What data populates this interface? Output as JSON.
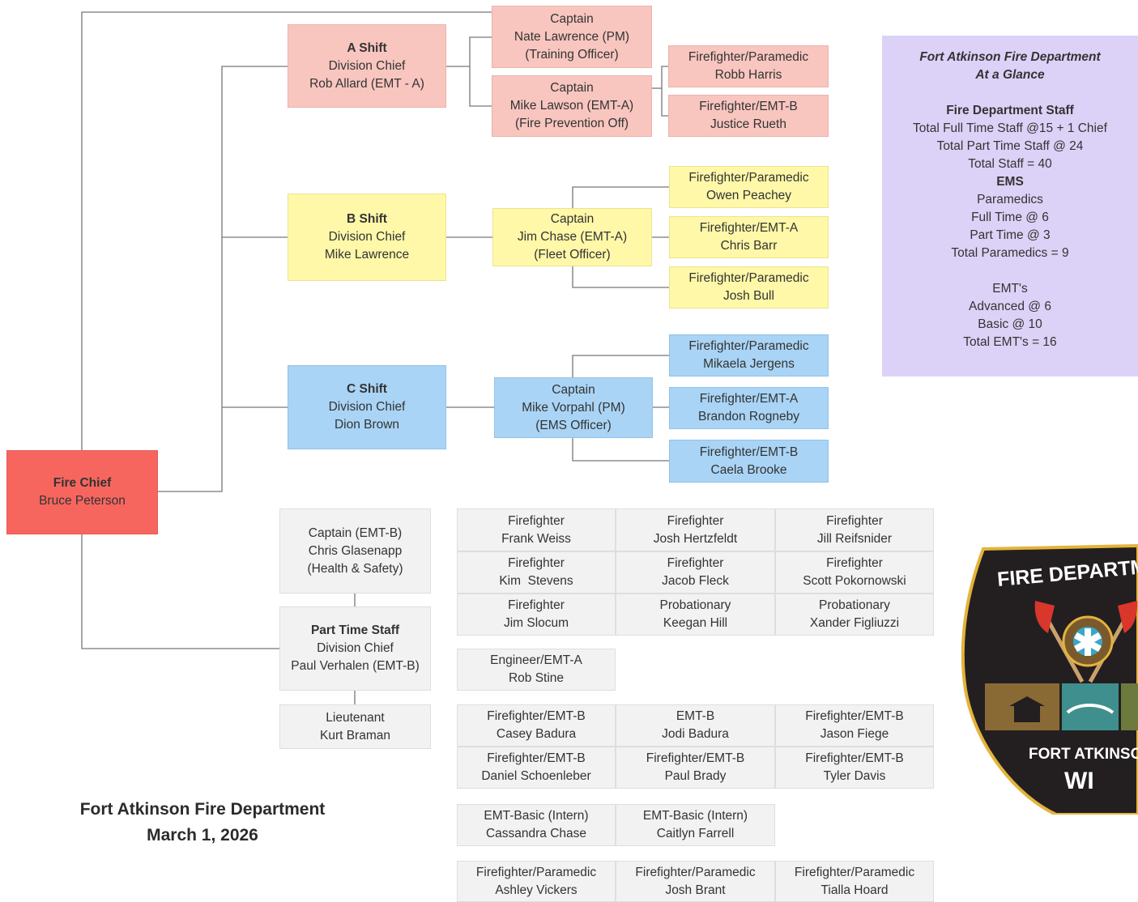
{
  "fire_chief": {
    "title": "Fire Chief",
    "name": "Bruce Peterson"
  },
  "a_shift": {
    "chief": {
      "title": "A Shift",
      "role": "Division Chief",
      "name": "Rob Allard (EMT - A)"
    },
    "captain1": {
      "title": "Captain",
      "name": "Nate Lawrence (PM)",
      "role": "(Training Officer)"
    },
    "captain2": {
      "title": "Captain",
      "name": "Mike Lawson (EMT-A)",
      "role": "(Fire Prevention Off)"
    },
    "members": [
      {
        "role": "Firefighter/Paramedic",
        "name": "Robb Harris"
      },
      {
        "role": "Firefighter/EMT-B",
        "name": "Justice Rueth"
      }
    ]
  },
  "b_shift": {
    "chief": {
      "title": "B Shift",
      "role": "Division Chief",
      "name": "Mike Lawrence"
    },
    "captain": {
      "title": "Captain",
      "name": "Jim Chase (EMT-A)",
      "role": "(Fleet Officer)"
    },
    "members": [
      {
        "role": "Firefighter/Paramedic",
        "name": "Owen Peachey"
      },
      {
        "role": "Firefighter/EMT-A",
        "name": "Chris Barr"
      },
      {
        "role": "Firefighter/Paramedic",
        "name": "Josh Bull"
      }
    ]
  },
  "c_shift": {
    "chief": {
      "title": "C Shift",
      "role": "Division Chief",
      "name": "Dion Brown"
    },
    "captain": {
      "title": "Captain",
      "name": "Mike Vorpahl (PM)",
      "role": "(EMS Officer)"
    },
    "members": [
      {
        "role": "Firefighter/Paramedic",
        "name": "Mikaela Jergens"
      },
      {
        "role": "Firefighter/EMT-A",
        "name": "Brandon Rogneby"
      },
      {
        "role": "Firefighter/EMT-B",
        "name": "Caela Brooke"
      }
    ]
  },
  "part_time": {
    "captain": {
      "title": "Captain (EMT-B)",
      "name": "Chris Glasenapp",
      "role": "(Health & Safety)"
    },
    "chief": {
      "title": "Part Time Staff",
      "role": "Division Chief",
      "name": "Paul Verhalen (EMT-B)"
    },
    "lieutenant": {
      "title": "Lieutenant",
      "name": "Kurt Braman"
    },
    "roster": [
      {
        "role": "Firefighter",
        "name": "Frank Weiss"
      },
      {
        "role": "Firefighter",
        "name": "Josh Hertzfeldt"
      },
      {
        "role": "Firefighter",
        "name": "Jill Reifsnider"
      },
      {
        "role": "Firefighter",
        "name": "Kim  Stevens"
      },
      {
        "role": "Firefighter",
        "name": "Jacob Fleck"
      },
      {
        "role": "Firefighter",
        "name": "Scott Pokornowski"
      },
      {
        "role": "Firefighter",
        "name": "Jim Slocum"
      },
      {
        "role": "Probationary",
        "name": "Keegan Hill"
      },
      {
        "role": "Probationary",
        "name": "Xander Figliuzzi"
      },
      {
        "role": "Engineer/EMT-A",
        "name": "Rob Stine"
      },
      {
        "role": "Firefighter/EMT-B",
        "name": "Casey Badura"
      },
      {
        "role": "EMT-B",
        "name": "Jodi Badura"
      },
      {
        "role": "Firefighter/EMT-B",
        "name": "Jason Fiege"
      },
      {
        "role": "Firefighter/EMT-B",
        "name": "Daniel Schoenleber"
      },
      {
        "role": "Firefighter/EMT-B",
        "name": "Paul Brady"
      },
      {
        "role": "Firefighter/EMT-B",
        "name": "Tyler Davis"
      },
      {
        "role": "EMT-Basic (Intern)",
        "name": "Cassandra Chase"
      },
      {
        "role": "EMT-Basic (Intern)",
        "name": "Caitlyn Farrell"
      },
      {
        "role": "Firefighter/Paramedic",
        "name": "Ashley Vickers"
      },
      {
        "role": "Firefighter/Paramedic",
        "name": "Josh Brant"
      },
      {
        "role": "Firefighter/Paramedic",
        "name": "Tialla Hoard"
      }
    ]
  },
  "glance": {
    "title1": "Fort Atkinson Fire Department",
    "title2": "At a Glance",
    "staff_header": "Fire Department Staff",
    "full_time": "Total Full Time Staff @15 + 1 Chief",
    "part_time": "Total Part Time Staff @ 24",
    "total_staff": "Total Staff = 40",
    "ems_header": "EMS",
    "paramedics": "Paramedics",
    "pm_full": "Full Time @ 6",
    "pm_part": "Part Time @ 3",
    "pm_total": "Total Paramedics = 9",
    "emts": "EMT's",
    "emt_adv": "Advanced @ 6",
    "emt_basic": "Basic @ 10",
    "emt_total": "Total EMT's = 16"
  },
  "footer": {
    "line1": "Fort Atkinson Fire Department",
    "line2": "March 1, 2026"
  },
  "badge": {
    "top_text": "FIRE DEPARTM",
    "city": "FORT ATKINSO",
    "state": "WI"
  },
  "colors": {
    "chief": "#f6665f",
    "a_shift": "#f8c6bf",
    "b_shift": "#fef8a8",
    "c_shift": "#a9d4f5",
    "part_time": "#f2f2f2",
    "glance": "#dcd2f7",
    "badge": "#231f20",
    "badge_gold": "#e4b33a"
  }
}
